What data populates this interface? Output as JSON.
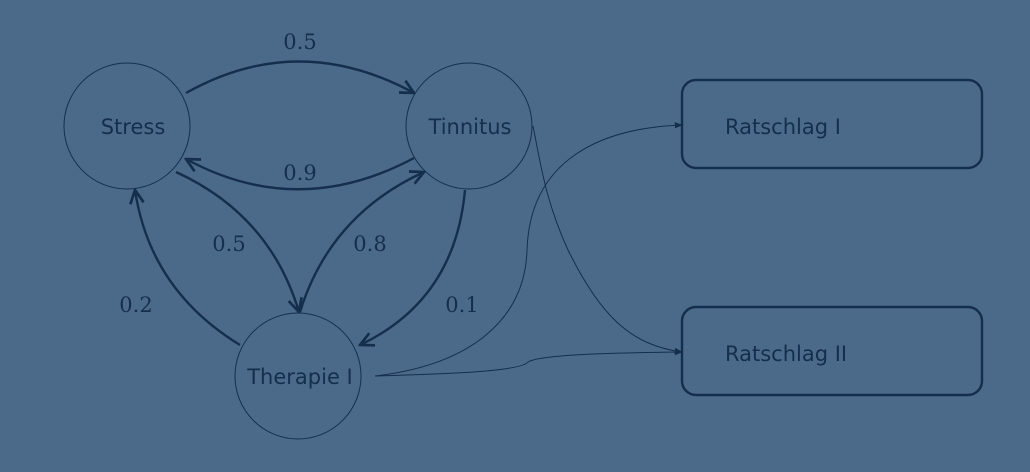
{
  "nodes": {
    "stress": "Stress",
    "tinnitus": "Tinnitus",
    "therapie": "Therapie I",
    "ratschlag1": "Ratschlag I",
    "ratschlag2": "Ratschlag II"
  },
  "edges": {
    "stress_tinnitus": "0.5",
    "tinnitus_stress": "0.9",
    "stress_therapie": "0.5",
    "therapie_tinnitus": "0.8",
    "therapie_stress": "0.2",
    "tinnitus_therapie": "0.1"
  },
  "colors": {
    "background": "#4b6a89",
    "ink": "#142f4d"
  }
}
